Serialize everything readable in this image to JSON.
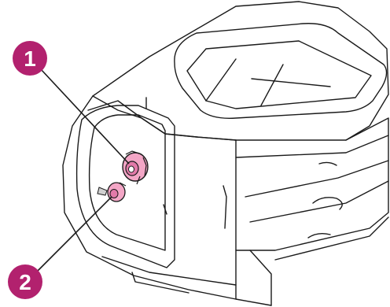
{
  "callouts": [
    {
      "number": "1",
      "target": "upper-gear-roller"
    },
    {
      "number": "2",
      "target": "lower-pickup-roller"
    }
  ],
  "colors": {
    "callout_fill": "#b2216e",
    "callout_text": "#ffffff",
    "line": "#1a1a1a",
    "roller_pink": "#f3a6c6",
    "roller_dark": "#c44f86",
    "background": "#ffffff"
  }
}
